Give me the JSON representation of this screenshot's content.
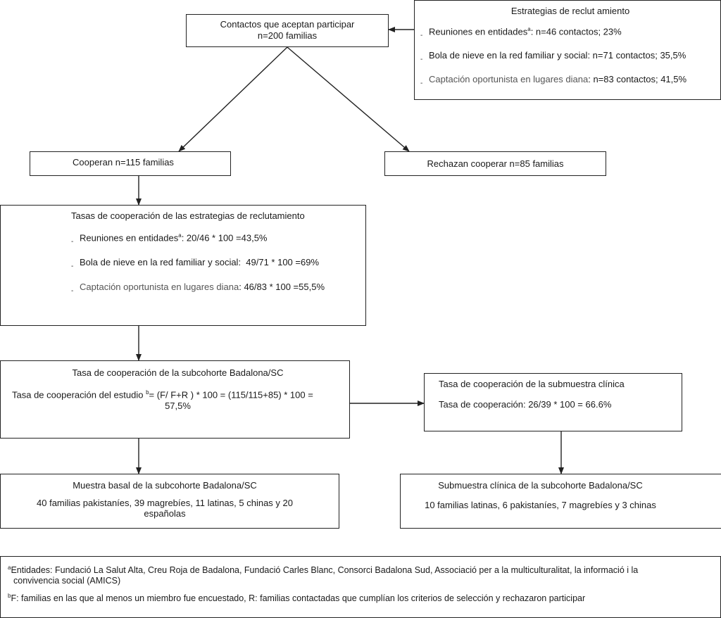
{
  "top": {
    "line1": "Contactos que aceptan participar",
    "line2": "n=200 familias"
  },
  "strategies": {
    "title": "Estrategias de reclut amiento",
    "items": [
      {
        "label": "Reuniones  en entidades",
        "sup": "a",
        "value": ": n=46 contactos; 23%"
      },
      {
        "label": "Bola de nieve en la red familiar y social",
        "value": ": n=71 contactos; 35,5%"
      },
      {
        "label": "Captación oportunista en lugares diana",
        "value": ": n=83 contactos; 41,5%"
      }
    ]
  },
  "cooperate": "Cooperan n=115 familias",
  "reject": "Rechazan cooperar n=85 familias",
  "rates": {
    "title": "Tasas de cooperación de las estrategias de reclutamiento",
    "items": [
      {
        "label": "Reuniones  en entidades",
        "sup": "a",
        "value": ": 20/46 * 100 =43,5%"
      },
      {
        "label": "Bola de nieve en la red familiar y social:",
        "value": "  49/71 * 100 =69%"
      },
      {
        "label": "Captación oportunista en lugares diana",
        "value": ": 46/83 * 100 =55,5%"
      }
    ]
  },
  "subcohort": {
    "title": "Tasa de cooperación de la subcohorte Badalona/SC",
    "formula_label": "Tasa de cooperación del estudio ",
    "sup": "b",
    "formula": "= (F/ F+R ) * 100 = (115/115+85) * 100 =",
    "result": "57,5%"
  },
  "clinical": {
    "title": "Tasa de cooperación de la submuestra clínica",
    "rate": "Tasa de cooperación: 26/39 * 100 = 66.6%"
  },
  "basal": {
    "title": "Muestra basal de la subcohorte Badalona/SC",
    "line1": "40 familias pakistaníes, 39 magrebíes, 11 latinas, 5 chinas y 20",
    "line2": "españolas"
  },
  "clinical_sample": {
    "title": "Submuestra clínica de la subcohorte Badalona/SC",
    "text": "10 familias latinas, 6 pakistaníes, 7 magrebíes y 3 chinas"
  },
  "footnotes": [
    {
      "mark": "a",
      "line1": "Entidades: Fundació La Salut Alta, Creu Roja de Badalona, Fundació Carles Blanc, Consorci Badalona Sud, Associació per a la multiculturalitat, la informació i la",
      "line2": "convivencia social (AMICS)"
    },
    {
      "mark": "b",
      "line1": "F: familias en las que al menos un miembro fue encuestado, R: familias  contactadas que cumplían los criterios de selección y rechazaron participar"
    }
  ],
  "bullet_glyph": "-"
}
